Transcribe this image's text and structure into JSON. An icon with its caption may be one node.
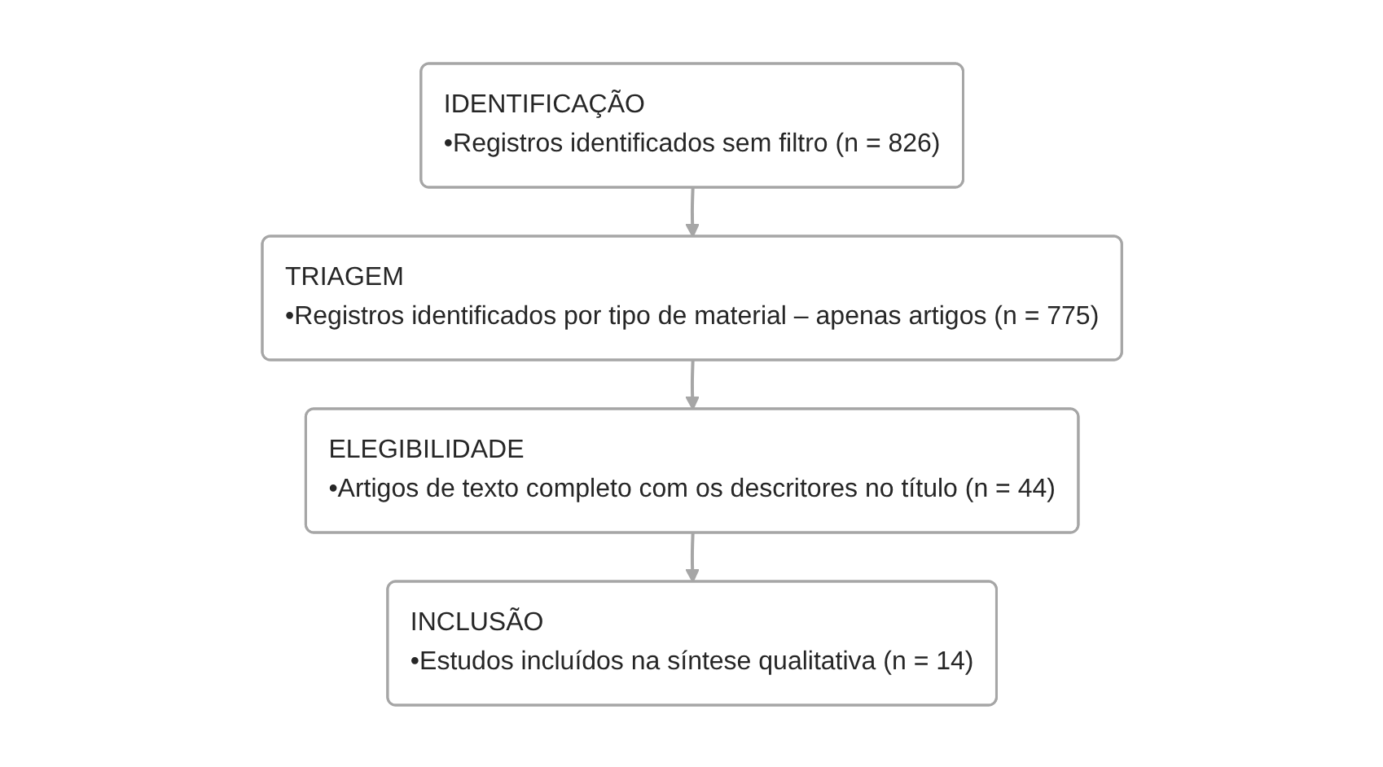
{
  "diagram": {
    "nodes": [
      {
        "text": [
          "IDENTIFICAÇÃO",
          "•Registros identificados sem filtro (n = 826)"
        ]
      },
      {
        "text": [
          "TRIAGEM",
          "•Registros identificados por tipo de material – apenas artigos (n = 775)"
        ]
      },
      {
        "text": [
          "ELEGIBILIDADE",
          "•Artigos de texto completo com os descritores no título (n = 44)"
        ]
      },
      {
        "text": [
          "INCLUSÃO",
          "•Estudos incluídos na síntese qualitativa (n = 14)"
        ]
      }
    ],
    "edges": [
      {
        "from": 0,
        "to": 1,
        "arrow": "to"
      },
      {
        "from": 1,
        "to": 2,
        "arrow": "to"
      },
      {
        "from": 2,
        "to": 3,
        "arrow": "to"
      }
    ]
  }
}
